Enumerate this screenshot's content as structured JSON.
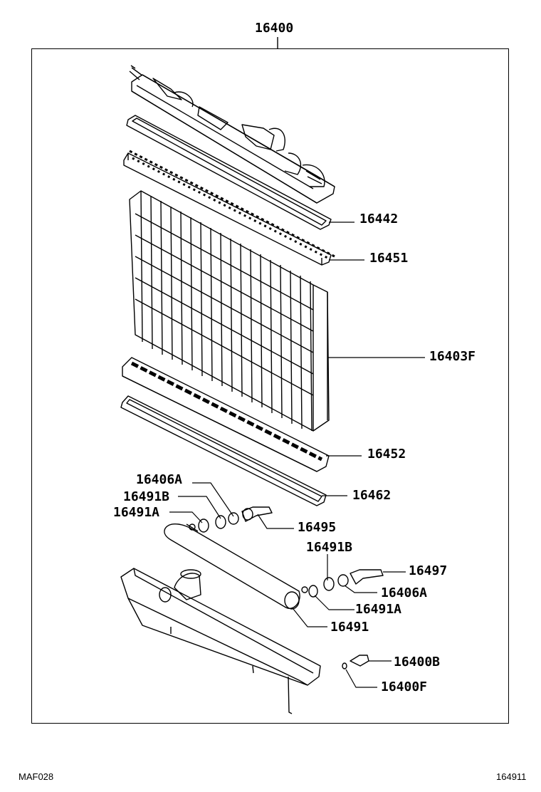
{
  "diagram": {
    "assembly_label": "16400",
    "figure_code": "MAF028",
    "page_code": "164911",
    "parts": [
      {
        "id": "upper_tank",
        "label": ""
      },
      {
        "id": "gasket_top",
        "label": "16442"
      },
      {
        "id": "upper_plate",
        "label": "16451"
      },
      {
        "id": "core",
        "label": "16403F"
      },
      {
        "id": "lower_plate",
        "label": "16452"
      },
      {
        "id": "gasket_bottom",
        "label": "16462"
      },
      {
        "id": "washer_left_a",
        "label": "16406A"
      },
      {
        "id": "oring_left_b",
        "label": "16491B"
      },
      {
        "id": "oring_left_a",
        "label": "16491A"
      },
      {
        "id": "plug_left",
        "label": "16495"
      },
      {
        "id": "oring_right_b",
        "label": "16491B"
      },
      {
        "id": "plug_right",
        "label": "16497"
      },
      {
        "id": "washer_right_a",
        "label": "16406A"
      },
      {
        "id": "oring_right_a",
        "label": "16491A"
      },
      {
        "id": "oil_cooler",
        "label": "16491"
      },
      {
        "id": "drain_cock",
        "label": "16400B"
      },
      {
        "id": "drain_gasket",
        "label": "16400F"
      }
    ]
  }
}
